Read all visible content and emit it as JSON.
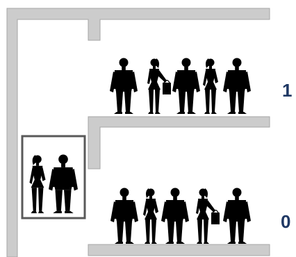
{
  "floors": [
    {
      "label": "1",
      "people": [
        "man-standing",
        "woman-shopping-bag",
        "man-standing",
        "woman-standing",
        "man-standing"
      ]
    },
    {
      "label": "0",
      "people": [
        "man-standing",
        "woman-standing",
        "man-standing",
        "woman-shopping-bag",
        "man-standing"
      ]
    }
  ],
  "elevator": {
    "occupants": [
      "woman-standing",
      "man-standing"
    ]
  },
  "colors": {
    "wall_fill": "#cccccc",
    "wall_stroke": "#a6a6a6",
    "elevator_frame": "#595959",
    "silhouette": "#000000",
    "label": "#1f3864"
  }
}
